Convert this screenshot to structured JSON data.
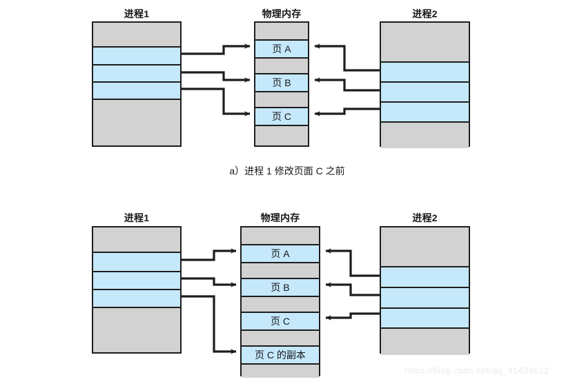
{
  "figure": {
    "title_top_process1": "进程1",
    "title_top_memory": "物理内存",
    "title_top_process2": "进程2",
    "title_bottom_process1": "进程1",
    "title_bottom_memory": "物理内存",
    "title_bottom_process2": "进程2",
    "caption_a": "a）进程 1 修改页面 C 之前",
    "watermark": "https://blog.csdn.net/qq_41434612",
    "colors": {
      "shared_page_fill": "#c5e8fb",
      "unused_fill": "#d2d2d2",
      "border": "#1d1d1d",
      "arrow": "#1d1d1d",
      "text": "#17171b",
      "background": "#ffffff",
      "watermark": "#ebebeb"
    }
  },
  "panel_top": {
    "process1_rows": [
      {
        "label": "",
        "kind": "gray"
      },
      {
        "label": "",
        "kind": "blue"
      },
      {
        "label": "",
        "kind": "blue"
      },
      {
        "label": "",
        "kind": "blue"
      },
      {
        "label": "",
        "kind": "gray"
      }
    ],
    "memory_rows": [
      {
        "label": "",
        "kind": "gray"
      },
      {
        "label": "页 A",
        "kind": "blue"
      },
      {
        "label": "",
        "kind": "gray"
      },
      {
        "label": "页 B",
        "kind": "blue"
      },
      {
        "label": "",
        "kind": "gray"
      },
      {
        "label": "页 C",
        "kind": "blue"
      },
      {
        "label": "",
        "kind": "gray"
      }
    ],
    "process2_rows": [
      {
        "label": "",
        "kind": "gray"
      },
      {
        "label": "",
        "kind": "blue"
      },
      {
        "label": "",
        "kind": "blue"
      },
      {
        "label": "",
        "kind": "blue"
      },
      {
        "label": "",
        "kind": "gray"
      }
    ]
  },
  "panel_bottom": {
    "process1_rows": [
      {
        "label": "",
        "kind": "gray"
      },
      {
        "label": "",
        "kind": "blue"
      },
      {
        "label": "",
        "kind": "blue"
      },
      {
        "label": "",
        "kind": "blue"
      },
      {
        "label": "",
        "kind": "gray"
      }
    ],
    "memory_rows": [
      {
        "label": "",
        "kind": "gray"
      },
      {
        "label": "页 A",
        "kind": "blue"
      },
      {
        "label": "",
        "kind": "gray"
      },
      {
        "label": "页 B",
        "kind": "blue"
      },
      {
        "label": "",
        "kind": "gray"
      },
      {
        "label": "页 C",
        "kind": "blue"
      },
      {
        "label": "",
        "kind": "gray"
      },
      {
        "label": "页 C 的副本",
        "kind": "blue"
      },
      {
        "label": "",
        "kind": "gray"
      }
    ],
    "process2_rows": [
      {
        "label": "",
        "kind": "gray"
      },
      {
        "label": "",
        "kind": "blue"
      },
      {
        "label": "",
        "kind": "blue"
      },
      {
        "label": "",
        "kind": "blue"
      },
      {
        "label": "",
        "kind": "gray"
      }
    ]
  }
}
